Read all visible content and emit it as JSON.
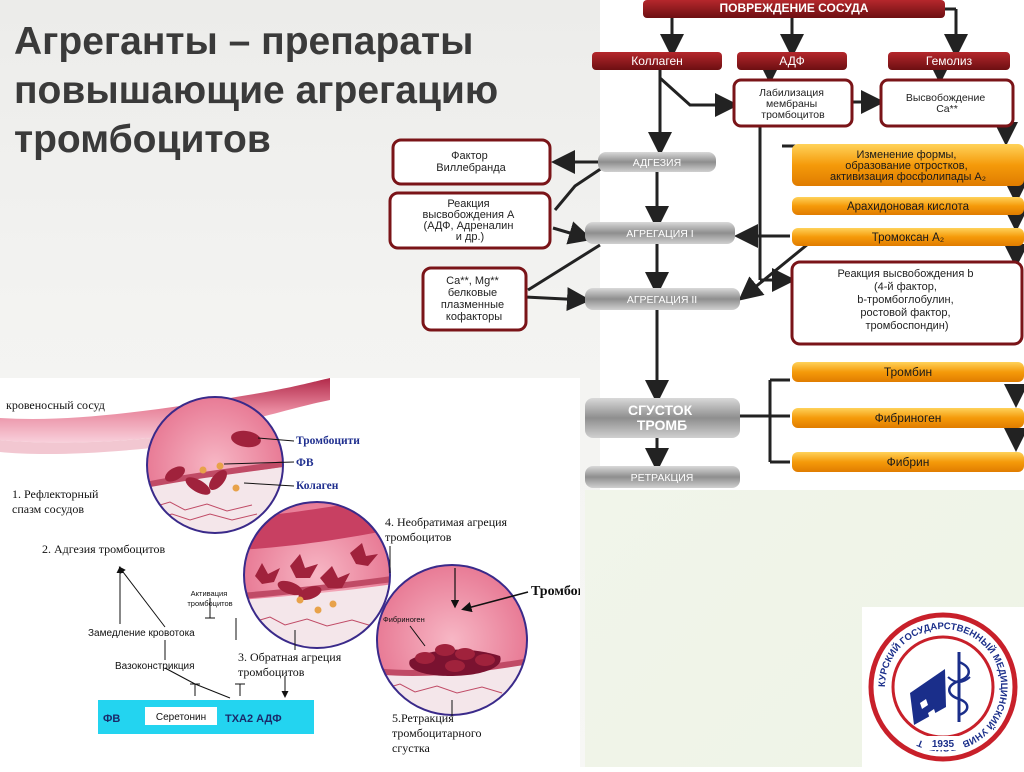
{
  "slide": {
    "title": "Агреганты – препараты повышающие агрегацию тромбоцитов"
  },
  "scheme": {
    "damage": "ПОВРЕЖДЕНИЕ СОСУДА",
    "collagen": "Коллаген",
    "adp": "АДФ",
    "hemolysis": "Гемолиз",
    "labil": [
      "Лабилизация",
      "мембраны",
      "тромбоцитов"
    ],
    "release_ca": [
      "Высвобождение",
      "Ca**"
    ],
    "willebrand": [
      "Фактор",
      "Виллебранда"
    ],
    "adhesion": "АДГЕЗИЯ",
    "reaction_a": [
      "Реакция",
      "высвобождения А",
      "(АДФ, Адреналин",
      "и др.)"
    ],
    "aggregation1": "АГРЕГАЦИЯ I",
    "cofactors": [
      "Ca**, Mg**",
      "белковые",
      "плазменные",
      "кофакторы"
    ],
    "aggregation2": "АГРЕГАЦИЯ II",
    "shape_change": [
      "Изменение формы,",
      "образование отростков,",
      "активизация фосфолипады A₂"
    ],
    "arachidonic": "Арахидоновая кислота",
    "thromboxane": "Тромоксан A₂",
    "reaction_b": [
      "Реакция высвобождения b",
      "(4-й фактор,",
      "b-тромбоглобулин,",
      "ростовой фактор,",
      "тромбоспондин)"
    ],
    "thrombin": "Тромбин",
    "clot": [
      "СГУСТОК",
      "ТРОМБ"
    ],
    "fibrinogen": "Фибриноген",
    "fibrin": "Фибрин",
    "retraction": "РЕТРАКЦИЯ"
  },
  "illustration": {
    "vessel": "кровеносный сосуд",
    "platelets": "Тромбоцити",
    "fv": "ФВ",
    "collagen": "Колаген",
    "step1": [
      "1. Рефлекторный",
      "спазм сосудов"
    ],
    "step2": "2. Адгезия тромбоцитов",
    "step3": [
      "3. Обратная агреция",
      "тромбоцитов"
    ],
    "step4": [
      "4. Необратимая агреция",
      "тромбоцитов"
    ],
    "step5": [
      "5.Ретракция",
      "тромбоцитарного",
      "сгустка"
    ],
    "thromboplastin": "Тромбопластин",
    "fibrinogen_small": "Фибриноген",
    "activation": [
      "Активация",
      "тромбоцитов"
    ],
    "slowing": "Замедление кровотока",
    "vasoconstriction": "Вазоконстрикция",
    "fv_bar": "ФВ",
    "serotonin": "Серетонин",
    "txa2": "ТХА2 АДФ"
  },
  "logo": {
    "ring_text": "КУРСКИЙ ГОСУДАРСТВЕННЫЙ МЕДИЦИНСКИЙ УНИВЕРСИТЕТ",
    "year": "1935"
  }
}
